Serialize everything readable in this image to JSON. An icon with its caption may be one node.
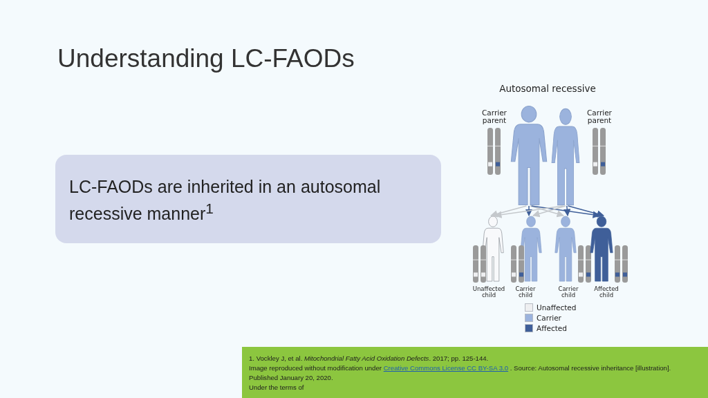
{
  "diagram": {
    "title": "Understanding LC-FAODs",
    "nodes": [
      {
        "text": [
          "LC-FAODs are inherited in an autosomal recessive manner$^{1}$"
        ]
      },
      {
        "text": [],
        "shape": "person",
        "beside": [
          "Carrier parent"
        ]
      },
      {
        "text": [],
        "shape": "person",
        "beside": [
          "Carrier parent"
        ]
      },
      {
        "text": [],
        "shape": "person",
        "beside": [
          "Unaffected child"
        ]
      },
      {
        "text": [],
        "shape": "person",
        "beside": [
          "Carrier child"
        ]
      },
      {
        "text": [],
        "shape": "person",
        "beside": [
          "Carrier child"
        ]
      },
      {
        "text": [],
        "shape": "person",
        "beside": [
          "Affected child"
        ]
      }
    ],
    "edges": [
      {
        "from": 1,
        "to": 3,
        "arrow": "to",
        "color": "#c4c8cc"
      },
      {
        "from": 1,
        "to": 4,
        "arrow": "to",
        "color": "#3f5f99"
      },
      {
        "from": 1,
        "to": 5,
        "arrow": "to",
        "color": "#c4c8cc"
      },
      {
        "from": 1,
        "to": 6,
        "arrow": "to",
        "color": "#3f5f99"
      },
      {
        "from": 2,
        "to": 3,
        "arrow": "to",
        "color": "#c4c8cc"
      },
      {
        "from": 2,
        "to": 4,
        "arrow": "to",
        "color": "#c4c8cc"
      },
      {
        "from": 2,
        "to": 5,
        "arrow": "to",
        "color": "#3f5f99"
      },
      {
        "from": 2,
        "to": 6,
        "arrow": "to",
        "color": "#3f5f99"
      }
    ],
    "labels": [
      "Autosomal recessive",
      "1. Vockley J, et al. *Mitochondrial Fatty Acid Oxidation Defects*. 2017; pp. 125-144.",
      "Image reproduced without modification under",
      "Creative Commons License CC BY-SA 3.0",
      ". Source: Autosomal recessive inheritance [illustration]. Published January 20, 2020.",
      "Under the terms of"
    ],
    "legend": [
      {
        "text": "Unaffected",
        "color": "#eeeff1"
      },
      {
        "text": "Carrier",
        "color": "#9bb3dd"
      },
      {
        "text": "Affected",
        "color": "#3f5f99"
      }
    ]
  }
}
